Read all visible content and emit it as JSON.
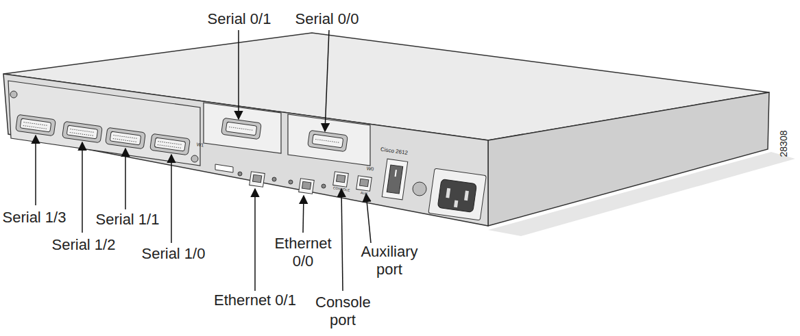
{
  "diagram": {
    "labels": [
      "Serial 0/1",
      "Serial 0/0",
      "Serial 1/3",
      "Serial 1/2",
      "Serial 1/1",
      "Serial 1/0",
      "Ethernet 0/1",
      "Ethernet 0/0",
      "Console port",
      "Auxiliary port",
      "28308",
      "Cisco 2612",
      "W0",
      "W1",
      "CONSOLE",
      "AUX"
    ]
  }
}
